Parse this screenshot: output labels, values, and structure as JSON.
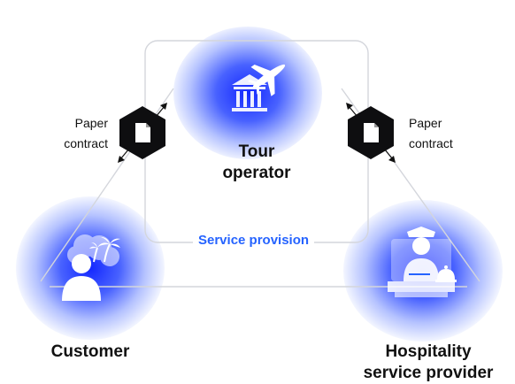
{
  "nodes": {
    "tour_operator": {
      "label_line1": "Tour",
      "label_line2": "operator",
      "icon": "airplane-bank-icon"
    },
    "customer": {
      "label": "Customer",
      "icon": "customer-vacation-icon"
    },
    "hospitality": {
      "label_line1": "Hospitality",
      "label_line2": "service provider",
      "icon": "hotel-receptionist-icon"
    }
  },
  "contracts": {
    "left": {
      "line1": "Paper",
      "line2": "contract",
      "icon": "document-icon"
    },
    "right": {
      "line1": "Paper",
      "line2": "contract",
      "icon": "document-icon"
    }
  },
  "links": {
    "service_provision": "Service provision"
  },
  "colors": {
    "accent": "#2563ff",
    "glow": "#1f4bff",
    "line": "#d4d6dc",
    "hexagon": "#0e0e10"
  }
}
